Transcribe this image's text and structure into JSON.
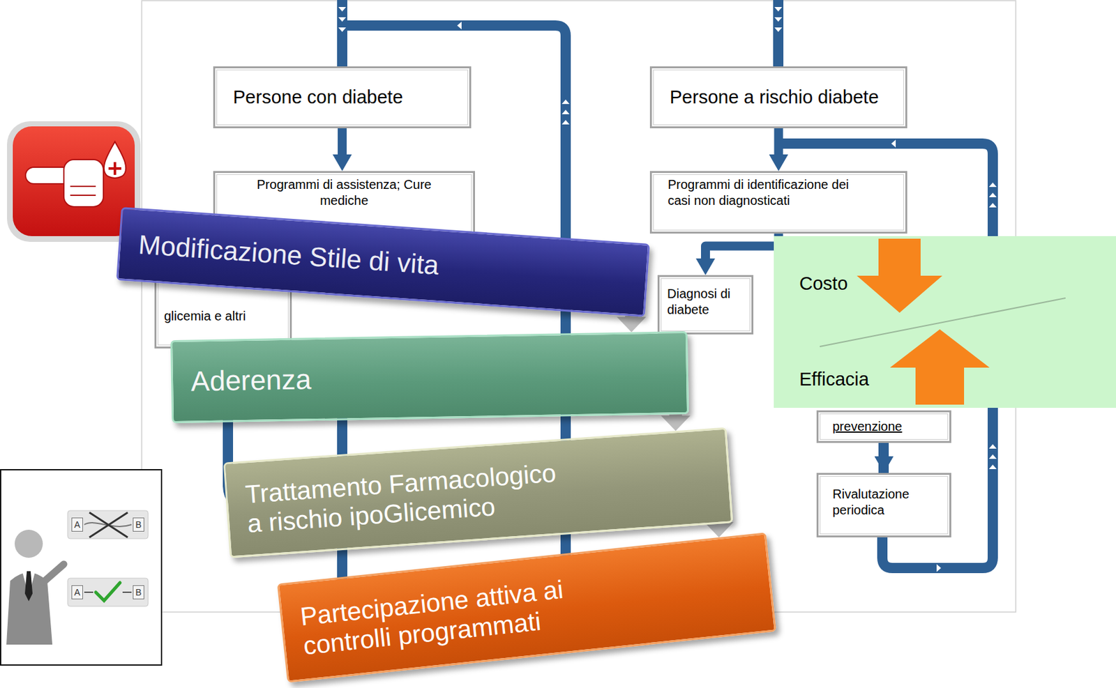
{
  "diagram": {
    "nodes": [
      {
        "text": [
          "Persone con diabete"
        ]
      },
      {
        "text": [
          "Persone a rischio diabete"
        ]
      },
      {
        "text": [
          "Programmi di assistenza; Cure mediche"
        ]
      },
      {
        "text": [
          "Programmi di identificazione dei casi non diagnosticati"
        ]
      },
      {
        "text": [
          "glicemia e altri"
        ]
      },
      {
        "text": [
          "Diagnosi di diabete"
        ]
      },
      {
        "text": [
          "prevenzione"
        ]
      },
      {
        "text": [
          "Rivalutazione periodica"
        ]
      },
      {
        "text": [
          "Modificazione Stile di vita"
        ]
      },
      {
        "text": [
          "Aderenza"
        ]
      },
      {
        "text": [
          "Trattamento Farmacologico a rischio ipoGlicemico"
        ]
      },
      {
        "text": [
          "Partecipazione attiva ai controlli programmati"
        ]
      },
      {
        "text": [
          "Costo",
          "Efficacia"
        ]
      }
    ],
    "edges": [
      {
        "from": 0,
        "to": 2,
        "arrow": "to"
      },
      {
        "from": 1,
        "to": 3,
        "arrow": "to"
      },
      {
        "from": 3,
        "to": 5,
        "arrow": "to"
      },
      {
        "from": 8,
        "to": 9,
        "arrow": "to"
      },
      {
        "from": 9,
        "to": 10,
        "arrow": "to"
      },
      {
        "from": 10,
        "to": 11,
        "arrow": "to"
      },
      {
        "from": 6,
        "to": 7,
        "arrow": "to"
      }
    ],
    "labels": [
      "A",
      "B",
      "A",
      "B"
    ]
  }
}
